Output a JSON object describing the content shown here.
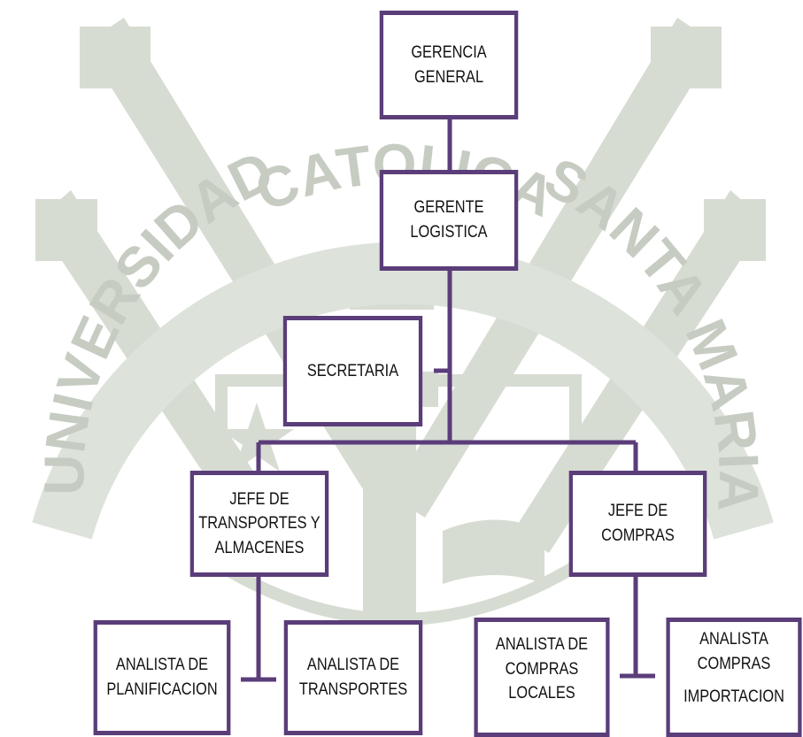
{
  "colors": {
    "border": "#5a3d79",
    "watermark": "#d7dcd3",
    "text": "#111111"
  },
  "watermark": {
    "arc_text": [
      "UNIVERSIDAD",
      "CATOLICA",
      "SANTA MARIA"
    ]
  },
  "org_chart": {
    "gerencia_general": [
      "GERENCIA",
      "GENERAL"
    ],
    "gerente_logistica": [
      "GERENTE",
      "LOGISTICA"
    ],
    "secretaria": [
      "SECRETARIA"
    ],
    "jefe_transportes": [
      "JEFE DE",
      "TRANSPORTES Y",
      "ALMACENES"
    ],
    "jefe_compras": [
      "JEFE DE",
      "COMPRAS"
    ],
    "analista_planificacion": [
      "ANALISTA DE",
      "PLANIFICACION"
    ],
    "analista_transportes": [
      "ANALISTA DE",
      "TRANSPORTES"
    ],
    "analista_compras_locales": [
      "ANALISTA DE",
      "COMPRAS",
      "LOCALES"
    ],
    "analista_compras_importacion": [
      "ANALISTA",
      "COMPRAS",
      "IMPORTACION"
    ]
  }
}
